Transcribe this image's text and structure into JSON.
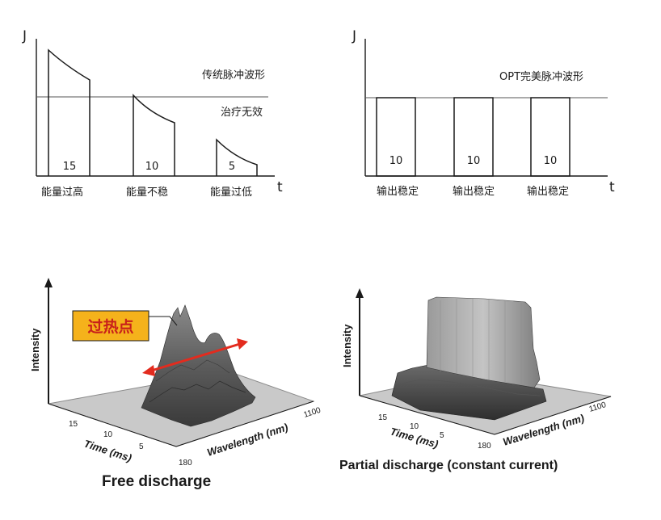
{
  "top_left": {
    "y_axis": "J",
    "x_axis": "t",
    "threshold_label": "治疗无效",
    "waveform_label": "传统脉冲波形",
    "pulses": [
      {
        "value": "15",
        "caption": "能量过高"
      },
      {
        "value": "10",
        "caption": "能量不稳"
      },
      {
        "value": "5",
        "caption": "能量过低"
      }
    ]
  },
  "top_right": {
    "y_axis": "J",
    "x_axis": "t",
    "waveform_label": "OPT完美脉冲波形",
    "pulses": [
      {
        "value": "10",
        "caption": "输出稳定"
      },
      {
        "value": "10",
        "caption": "输出稳定"
      },
      {
        "value": "10",
        "caption": "输出稳定"
      }
    ]
  },
  "bottom_left": {
    "title": "Free discharge",
    "hotspot_label": "过热点",
    "z_axis": "Intensity",
    "time_axis": "Time (ms)",
    "wavelength_axis": "Wavelength (nm)",
    "time_ticks": [
      "15",
      "10",
      "5"
    ],
    "wl_start": "180",
    "wl_end": "1100"
  },
  "bottom_right": {
    "title": "Partial discharge (constant current)",
    "z_axis": "Intensity",
    "time_axis": "Time (ms)",
    "wavelength_axis": "Wavelength (nm)",
    "time_ticks": [
      "15",
      "10",
      "5"
    ],
    "wl_start": "180",
    "wl_end": "1100"
  },
  "colors": {
    "hotspot_box": "#f5b21b",
    "hotspot_text": "#c8201a",
    "arrow": "#e32b1e",
    "surface": "#6e6e6e",
    "floor": "#c9c9c9"
  }
}
